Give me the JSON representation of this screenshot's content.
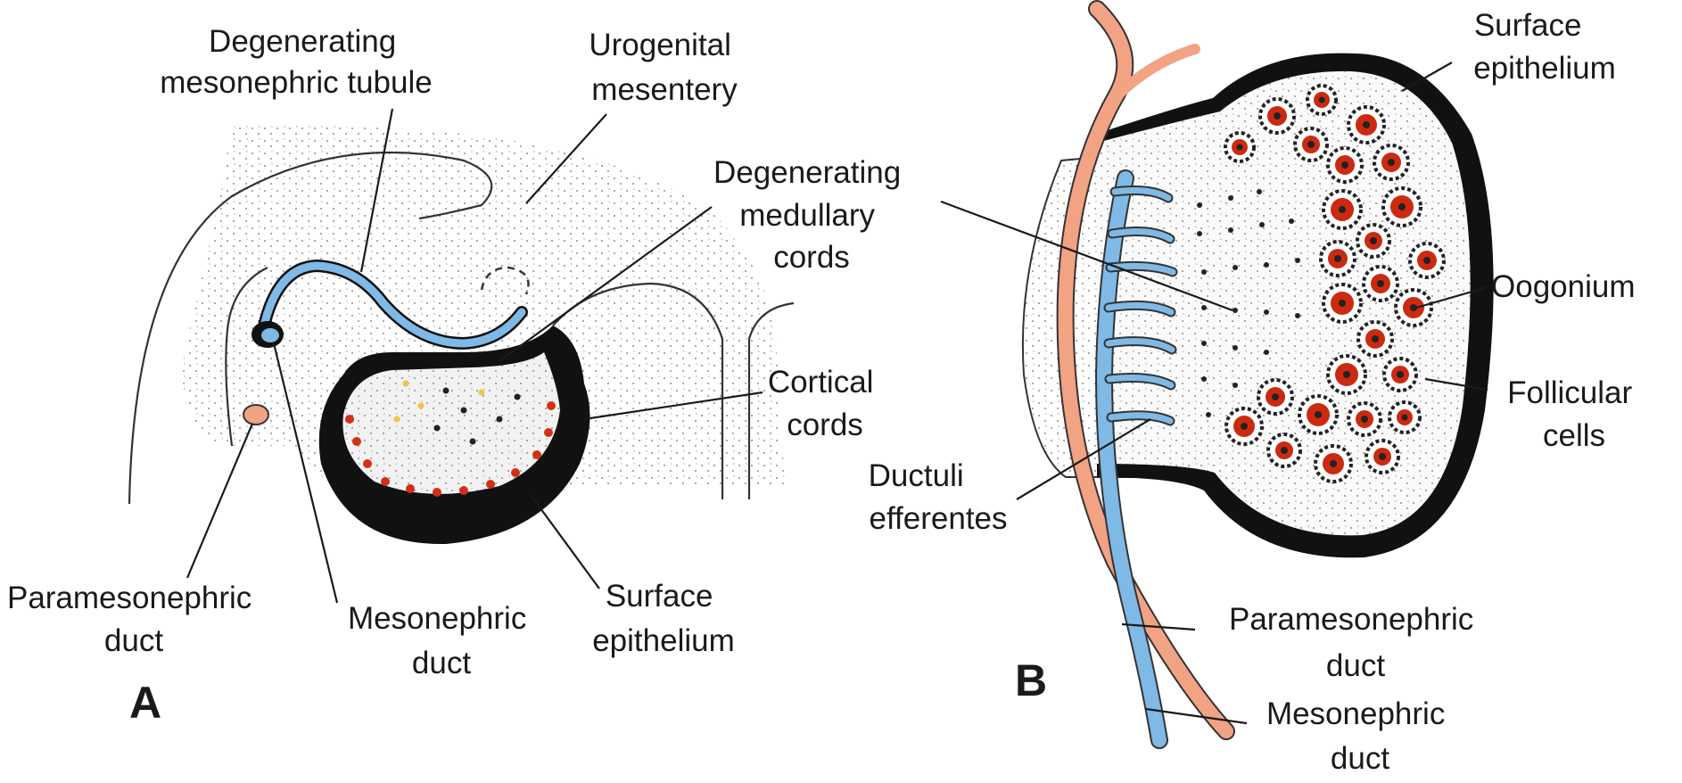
{
  "panel_a": {
    "letter": "A",
    "labels": {
      "degenerating_tubule": [
        "Degenerating",
        "mesonephric tubule"
      ],
      "urogenital_mesentery": [
        "Urogenital",
        "mesentery"
      ],
      "degenerating_medullary": [
        "Degenerating",
        "medullary",
        "cords"
      ],
      "cortical_cords": [
        "Cortical",
        "cords"
      ],
      "paramesonephric_duct": [
        "Paramesonephric",
        "duct"
      ],
      "mesonephric_duct": [
        "Mesonephric",
        "duct"
      ],
      "surface_epithelium": [
        "Surface",
        "epithelium"
      ]
    }
  },
  "panel_b": {
    "letter": "B",
    "labels": {
      "surface_epithelium": [
        "Surface",
        "epithelium"
      ],
      "oogonium": [
        "Oogonium"
      ],
      "follicular_cells": [
        "Follicular",
        "cells"
      ],
      "ductuli_efferentes": [
        "Ductuli",
        "efferentes"
      ],
      "paramesonephric_duct": [
        "Paramesonephric",
        "duct"
      ],
      "mesonephric_duct": [
        "Mesonephric",
        "duct"
      ]
    }
  },
  "colors": {
    "mesonephric": "#7fb9e6",
    "paramesonephric": "#f2a384",
    "oogonium": "#cc2a10",
    "epithelium": "#111111",
    "stipple": "#9a9a9a"
  }
}
